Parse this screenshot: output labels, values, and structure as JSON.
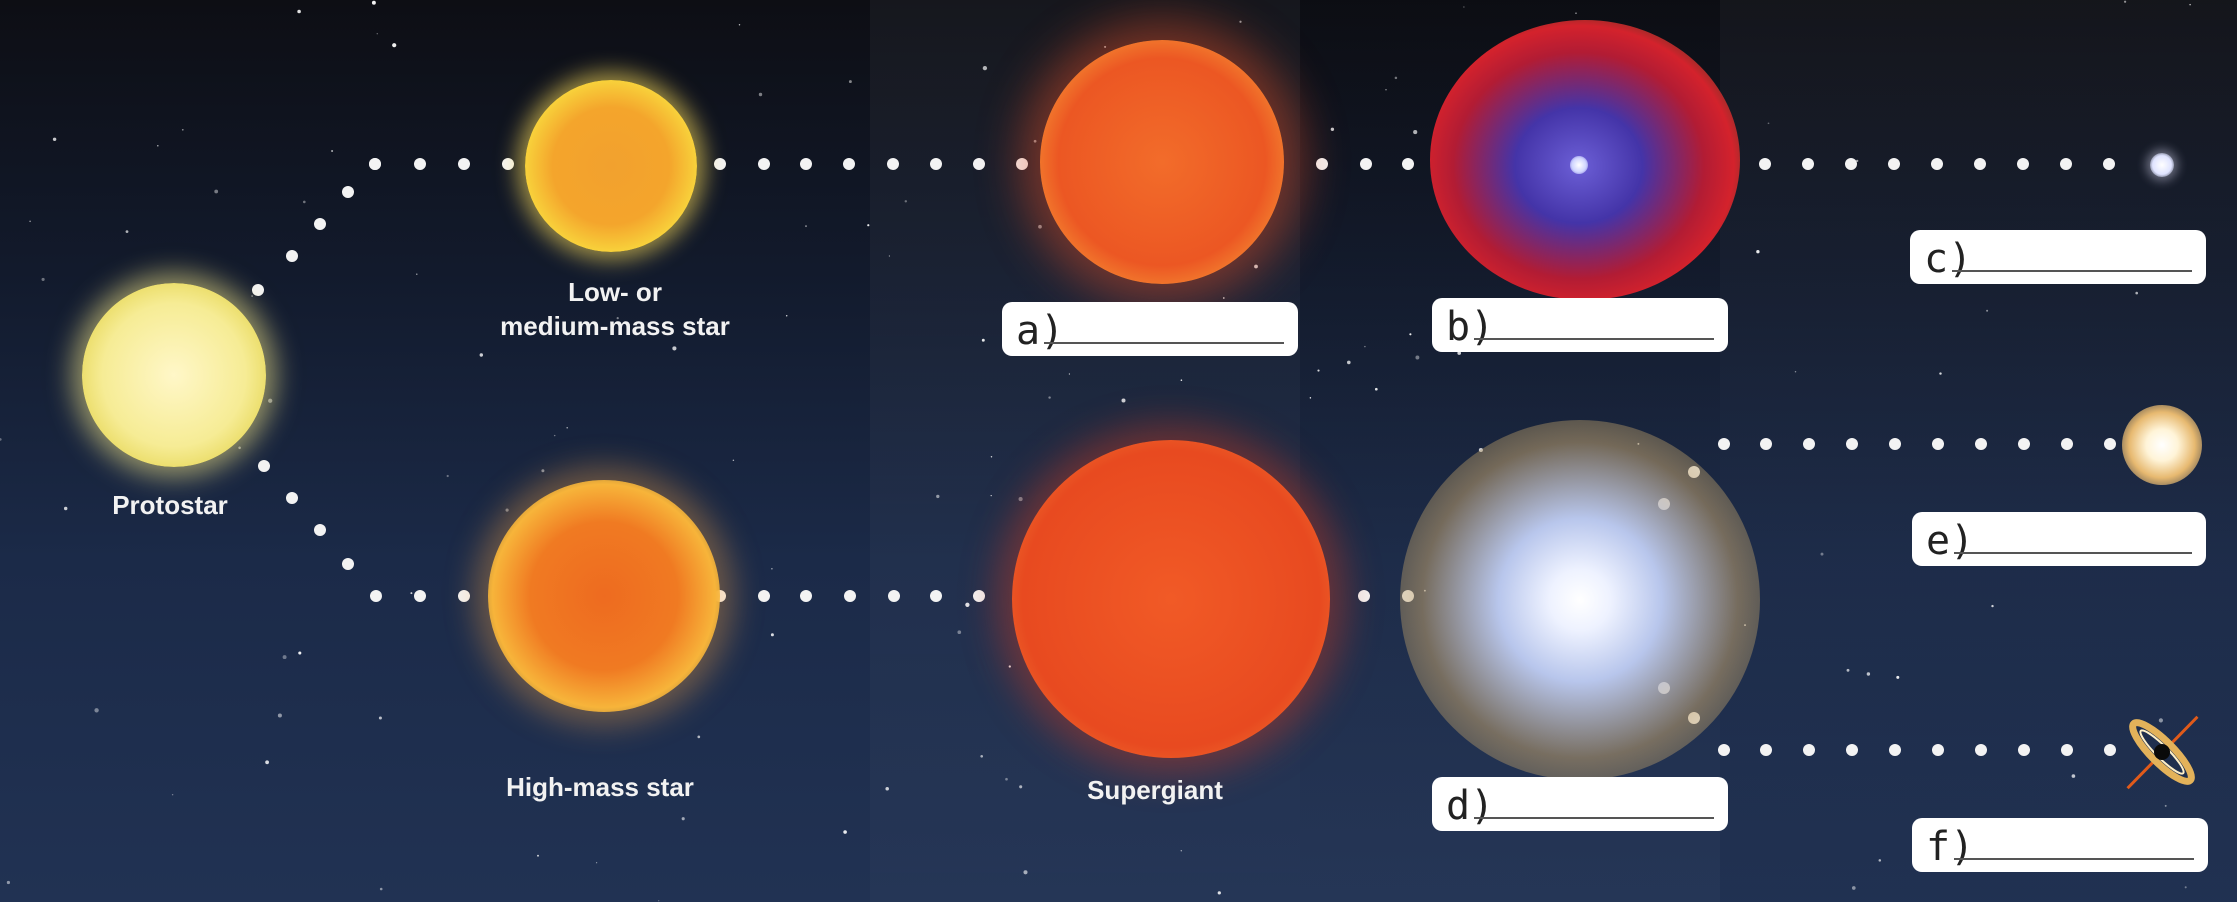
{
  "labels": {
    "protostar": "Protostar",
    "low_medium_mass_star": "Low- or\nmedium-mass star",
    "high_mass_star": "High-mass star",
    "supergiant": "Supergiant"
  },
  "answer_boxes": {
    "a": "a)",
    "b": "b)",
    "c": "c)",
    "d": "d)",
    "e": "e)",
    "f": "f)"
  },
  "colors": {
    "background_top": "#0d0e14",
    "background_bottom": "#213253",
    "dot_color": "#f3f3f3",
    "protostar": "#f6ec95",
    "low_mass_star": "#f4a52c",
    "high_mass_star": "#f07a22",
    "red_giant": "#ec5723",
    "supergiant": "#e84a20",
    "nebula": "#d4222c",
    "supernova": "#eef2ff"
  }
}
